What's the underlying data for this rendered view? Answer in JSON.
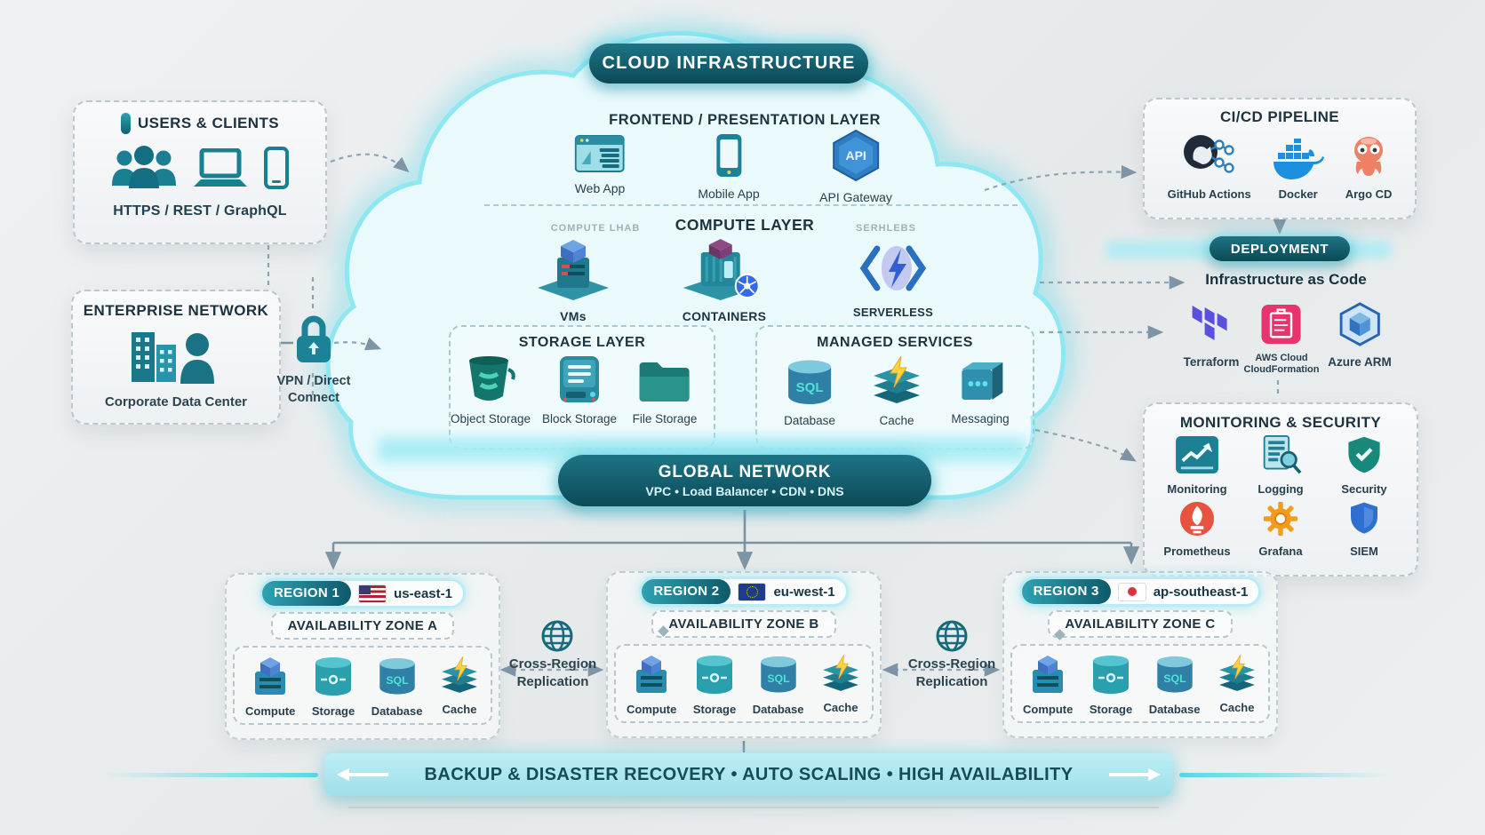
{
  "title": "CLOUD INFRASTRUCTURE",
  "users": {
    "title": "USERS & CLIENTS",
    "protocols": "HTTPS / REST / GraphQL"
  },
  "enterprise": {
    "title": "ENTERPRISE NETWORK",
    "caption": "Corporate Data Center"
  },
  "vpn": {
    "label_line1": "VPN / Direct",
    "label_line2": "Connect"
  },
  "cloud": {
    "frontend": {
      "title": "FRONTEND / PRESENTATION LAYER",
      "items": [
        {
          "label": "Web App"
        },
        {
          "label": "Mobile App"
        },
        {
          "label": "API Gateway",
          "badge": "API"
        }
      ]
    },
    "compute": {
      "title": "COMPUTE LAYER",
      "ghost_left": "COMPUTE LHAB",
      "ghost_right": "SERHLEBS",
      "items": [
        {
          "label": "VMs"
        },
        {
          "label": "CONTAINERS"
        },
        {
          "label": "SERVERLESS"
        }
      ]
    },
    "storage": {
      "title": "STORAGE LAYER",
      "items": [
        {
          "label": "Object Storage"
        },
        {
          "label": "Block Storage"
        },
        {
          "label": "File Storage"
        }
      ]
    },
    "managed": {
      "title": "MANAGED SERVICES",
      "items": [
        {
          "label": "Database",
          "badge": "SQL"
        },
        {
          "label": "Cache"
        },
        {
          "label": "Messaging"
        }
      ]
    },
    "global_network": {
      "title": "GLOBAL NETWORK",
      "subtitle": "VPC • Load Balancer • CDN • DNS"
    }
  },
  "cicd": {
    "title": "CI/CD PIPELINE",
    "items": [
      {
        "label": "GitHub Actions"
      },
      {
        "label": "Docker"
      },
      {
        "label": "Argo CD"
      }
    ]
  },
  "deployment": {
    "title": "DEPLOYMENT",
    "subtitle": "Infrastructure as Code",
    "items": [
      {
        "label": "Terraform"
      },
      {
        "label": "AWS Cloud",
        "label2": "CloudFormation"
      },
      {
        "label": "Azure ARM"
      }
    ]
  },
  "monitoring": {
    "title": "MONITORING & SECURITY",
    "items": [
      {
        "label": "Monitoring"
      },
      {
        "label": "Logging"
      },
      {
        "label": "Security"
      },
      {
        "label": "Prometheus"
      },
      {
        "label": "Grafana"
      },
      {
        "label": "SIEM"
      }
    ]
  },
  "regions": [
    {
      "name": "REGION 1",
      "code": "us-east-1",
      "zone": "AVAILABILITY ZONE A",
      "items": [
        {
          "label": "Compute"
        },
        {
          "label": "Storage"
        },
        {
          "label": "Database",
          "badge": "SQL"
        },
        {
          "label": "Cache"
        }
      ]
    },
    {
      "name": "REGION 2",
      "code": "eu-west-1",
      "zone": "AVAILABILITY ZONE B",
      "items": [
        {
          "label": "Compute"
        },
        {
          "label": "Storage"
        },
        {
          "label": "Database",
          "badge": "SQL"
        },
        {
          "label": "Cache"
        }
      ]
    },
    {
      "name": "REGION 3",
      "code": "ap-southeast-1",
      "zone": "AVAILABILITY ZONE C",
      "items": [
        {
          "label": "Compute"
        },
        {
          "label": "Storage"
        },
        {
          "label": "Database",
          "badge": "SQL"
        },
        {
          "label": "Cache"
        }
      ]
    }
  ],
  "replication": {
    "line1": "Cross-Region",
    "line2": "Replication"
  },
  "banner": "BACKUP & DISASTER RECOVERY • AUTO SCALING • HIGH AVAILABILITY",
  "colors": {
    "teal": "#1b7f92",
    "teal_dark": "#0f5e6d",
    "cyan_glow": "#5fd9ea",
    "arrow": "#7e95a5"
  }
}
